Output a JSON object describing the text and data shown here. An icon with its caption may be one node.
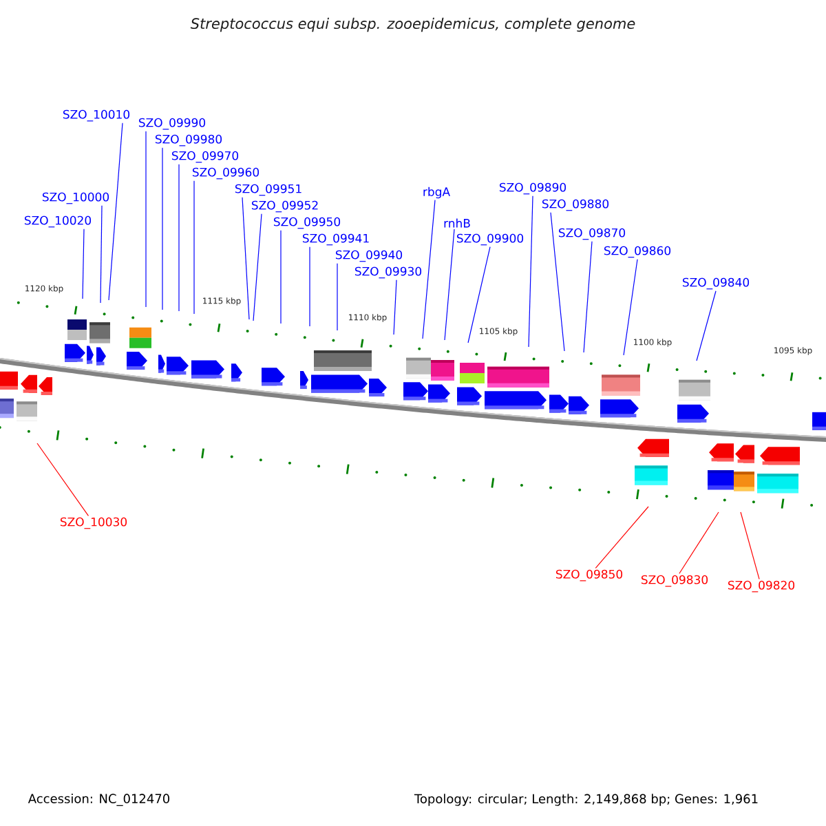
{
  "diagram": {
    "title": "Streptococcus equi subsp. zooepidemicus, complete genome",
    "nodes": [
      {
        "text": [
          "SZO_10010"
        ]
      },
      {
        "text": [
          "SZO_09980"
        ]
      },
      {
        "text": [
          "SZO_09990"
        ]
      },
      {
        "text": [
          "SZO_09952"
        ]
      },
      {
        "text": [
          "SZO_09970"
        ]
      },
      {
        "text": [
          "SZO_09950"
        ]
      },
      {
        "text": [
          "rbgA"
        ]
      },
      {
        "text": [
          "SZO_09890"
        ]
      },
      {
        "text": [
          "SZO_10000"
        ]
      },
      {
        "text": [
          "SZO_09960"
        ]
      },
      {
        "text": [
          "SZO_09941"
        ]
      },
      {
        "text": [
          "SZO_09880"
        ]
      },
      {
        "text": [
          "SZO_09951"
        ]
      },
      {
        "text": [
          "SZO_09940"
        ]
      },
      {
        "text": [
          "SZO_10020"
        ]
      },
      {
        "text": [
          "rnhB"
        ]
      },
      {
        "text": [
          "SZO_09930"
        ]
      },
      {
        "text": [
          "SZO_09870"
        ]
      },
      {
        "text": [
          "SZO_09900"
        ]
      },
      {
        "text": [
          "SZO_09860"
        ]
      },
      {
        "text": [
          "SZO_09840"
        ]
      },
      {
        "text": [
          "SZO_10030"
        ]
      },
      {
        "text": [
          "SZO_09850"
        ]
      },
      {
        "text": [
          "SZO_09830"
        ]
      },
      {
        "text": [
          "SZO_09820"
        ]
      }
    ],
    "edges": [
      {
        "from": 0,
        "to": null,
        "arrow": "none"
      },
      {
        "from": 1,
        "to": null,
        "arrow": "none"
      },
      {
        "from": 2,
        "to": null,
        "arrow": "none"
      },
      {
        "from": 3,
        "to": null,
        "arrow": "none"
      },
      {
        "from": 4,
        "to": null,
        "arrow": "none"
      },
      {
        "from": 5,
        "to": null,
        "arrow": "none"
      },
      {
        "from": 6,
        "to": null,
        "arrow": "none"
      },
      {
        "from": 7,
        "to": null,
        "arrow": "none"
      },
      {
        "from": 8,
        "to": null,
        "arrow": "none"
      },
      {
        "from": 9,
        "to": null,
        "arrow": "none"
      },
      {
        "from": 10,
        "to": null,
        "arrow": "none"
      },
      {
        "from": 11,
        "to": null,
        "arrow": "none"
      },
      {
        "from": 12,
        "to": null,
        "arrow": "none"
      },
      {
        "from": 13,
        "to": null,
        "arrow": "none"
      },
      {
        "from": 14,
        "to": null,
        "arrow": "none"
      },
      {
        "from": 15,
        "to": null,
        "arrow": "none"
      },
      {
        "from": 16,
        "to": null,
        "arrow": "none"
      },
      {
        "from": 17,
        "to": null,
        "arrow": "none"
      },
      {
        "from": 18,
        "to": null,
        "arrow": "none"
      },
      {
        "from": 19,
        "to": null,
        "arrow": "none"
      },
      {
        "from": 20,
        "to": null,
        "arrow": "none"
      },
      {
        "from": 21,
        "to": null,
        "arrow": "none",
        "color": "#ff0000"
      },
      {
        "from": 22,
        "to": null,
        "arrow": "none",
        "color": "#ff0000"
      },
      {
        "from": 23,
        "to": null,
        "arrow": "none",
        "color": "#ff0000"
      },
      {
        "from": 24,
        "to": null,
        "arrow": "none",
        "color": "#ff0000"
      }
    ],
    "labels": [
      "1120 kbp",
      "1115 kbp",
      "1110 kbp",
      "1105 kbp",
      "1100 kbp",
      "1095 kbp",
      "Accession: NC_012470",
      "Topology: circular; Length: 2,149,868 bp; Genes: 1,961"
    ]
  }
}
